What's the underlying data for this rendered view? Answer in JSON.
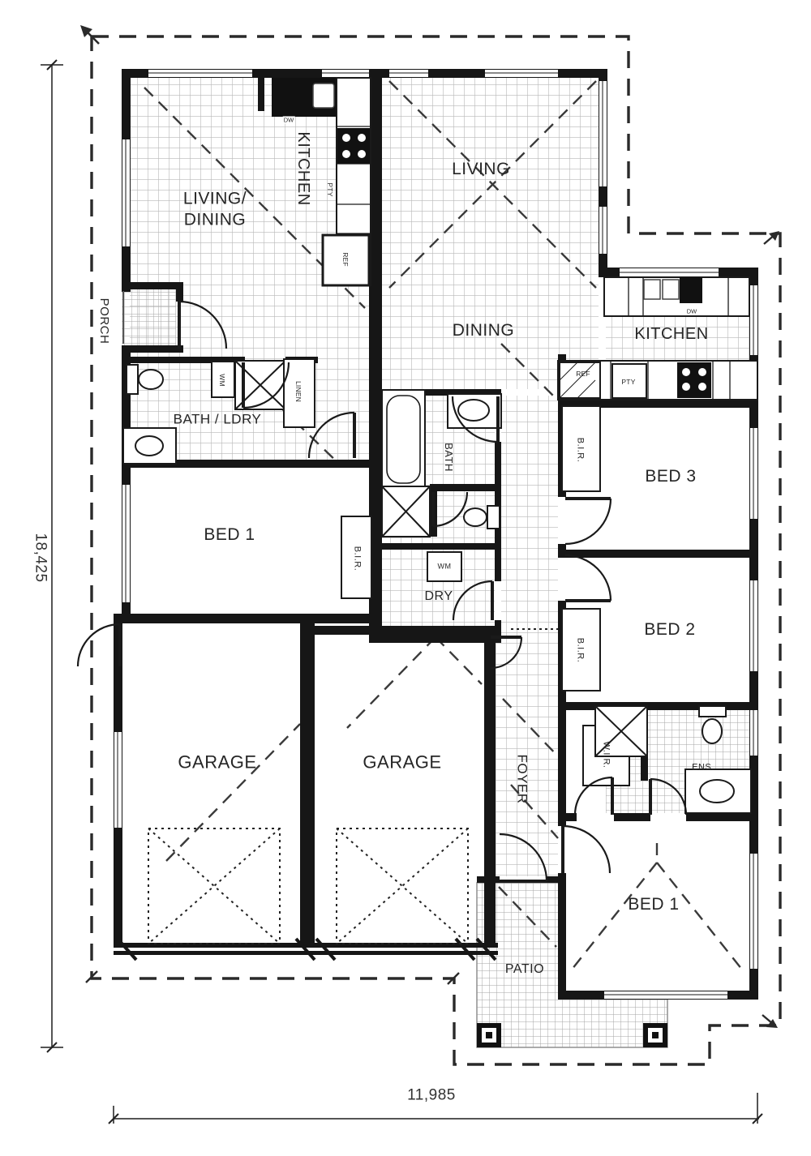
{
  "dimensions": {
    "left_vertical": "18,425",
    "bottom_horizontal": "11,985"
  },
  "front_unit": {
    "living_dining": [
      "LIVING/",
      "DINING"
    ],
    "kitchen": "KITCHEN",
    "porch": "PORCH",
    "bath_ldry": "BATH / LDRY",
    "bed1": "BED 1",
    "garage": "GARAGE",
    "bir": "B.I.R.",
    "linen": "LINEN",
    "wm": "WM",
    "ref": "REF",
    "pty": "PTY",
    "dw": "DW"
  },
  "rear_unit": {
    "living": "LIVING",
    "dining": "DINING",
    "kitchen": "KITCHEN",
    "bed1": "BED 1",
    "bed2": "BED 2",
    "bed3": "BED 3",
    "bir_bed3": "B.I.R.",
    "bir_bed2": "B.I.R.",
    "wir": "W.I.R.",
    "ens": "ENS.",
    "foyer": "FOYER",
    "patio": "PATIO",
    "dry": "DRY",
    "bath": "BATH",
    "garage": "GARAGE",
    "wm": "WM",
    "ref": "REF",
    "pty": "PTY",
    "dw": "DW"
  },
  "colors": {
    "wall": "#161616",
    "hatch": "#b8b8b8",
    "boundary": "#2a2a2a",
    "dimension": "#555555",
    "background": "#ffffff"
  }
}
